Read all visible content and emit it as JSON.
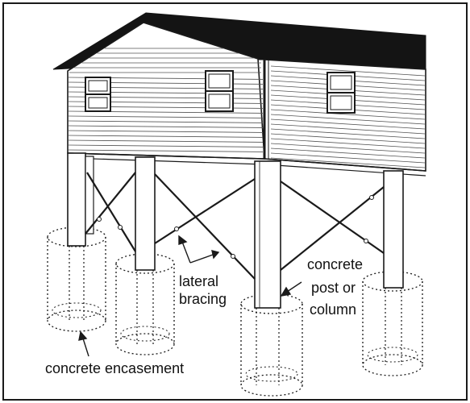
{
  "labels": {
    "lateral_bracing_line1": "lateral",
    "lateral_bracing_line2": "bracing",
    "post_line1": "concrete",
    "post_line2": "post or",
    "post_line3": "column",
    "encasement": "concrete encasement"
  },
  "colors": {
    "ink": "#1a1a1a",
    "roof": "#141414",
    "background": "#ffffff"
  }
}
